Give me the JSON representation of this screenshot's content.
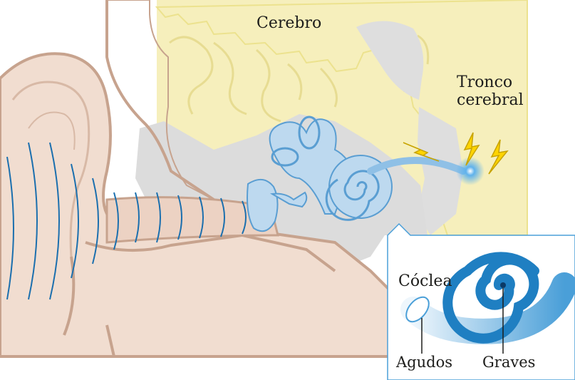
{
  "labels": {
    "brain": "Cerebro",
    "brainstem_line1": "Tronco",
    "brainstem_line2": "cerebral",
    "cochlea": "Cóclea",
    "high": "Agudos",
    "low": "Graves"
  },
  "colors": {
    "skin": "#f1ddd0",
    "skin_outline": "#c7a38e",
    "brain": "#f6efbc",
    "brain_outline": "#e8dd97",
    "bone": "#dcdcdc",
    "inner_ear": "#bdd9ef",
    "inner_ear_outline": "#5a9ed2",
    "sound_wave": "#1b6fae",
    "nerve_signal": "#ffd400",
    "cochlea_dark": "#1f7fc2"
  },
  "icons": [
    "sound-wave-icon",
    "lightning-bolt-icon"
  ]
}
